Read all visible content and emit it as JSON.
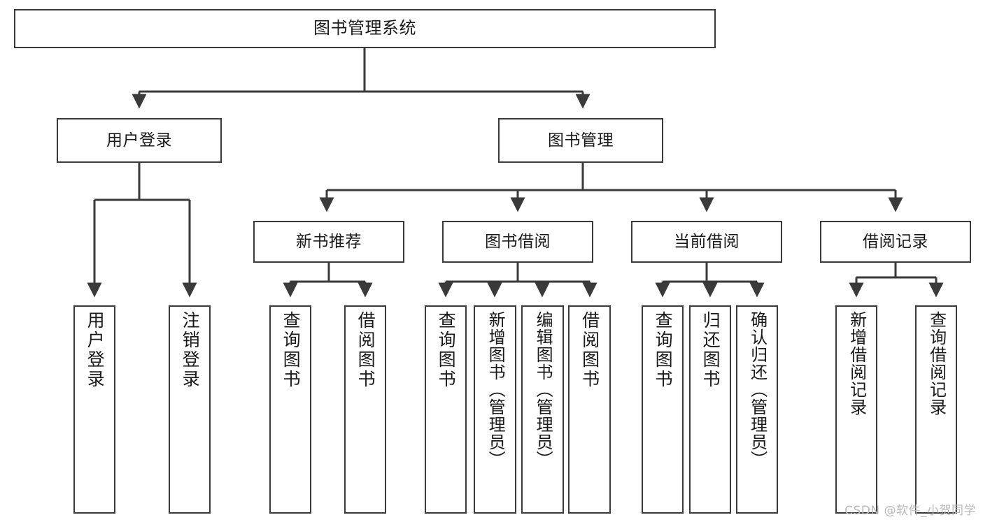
{
  "diagram": {
    "title": "图书管理系统",
    "type": "tree-hierarchy",
    "watermark": "CSDN @软件_小贺同学",
    "colors": {
      "box_border": "#3a3a3a",
      "box_fill": "#ffffff",
      "connector": "#3a3a3a",
      "text": "#1a1a1a",
      "watermark": "#b9b9b9",
      "background": "#ffffff"
    },
    "levels": {
      "root": {
        "label": "图书管理系统"
      },
      "level2": [
        {
          "id": "user-login",
          "label": "用户登录"
        },
        {
          "id": "book-manage",
          "label": "图书管理"
        }
      ],
      "level3": [
        {
          "id": "new-book-rec",
          "label": "新书推荐"
        },
        {
          "id": "book-borrow",
          "label": "图书借阅"
        },
        {
          "id": "current-borrow",
          "label": "当前借阅"
        },
        {
          "id": "borrow-record",
          "label": "借阅记录"
        }
      ],
      "leaves": [
        {
          "id": "leaf-user-login",
          "label": "用户登录",
          "parent": "user-login"
        },
        {
          "id": "leaf-user-logout",
          "label": "注销登录",
          "parent": "user-login"
        },
        {
          "id": "leaf-query-book-1",
          "label": "查询图书",
          "parent": "new-book-rec"
        },
        {
          "id": "leaf-borrow-book-1",
          "label": "借阅图书",
          "parent": "new-book-rec"
        },
        {
          "id": "leaf-query-book-2",
          "label": "查询图书",
          "parent": "book-borrow"
        },
        {
          "id": "leaf-add-book",
          "label": "新增图书（管理员）",
          "parent": "book-borrow"
        },
        {
          "id": "leaf-edit-book",
          "label": "编辑图书（管理员）",
          "parent": "book-borrow"
        },
        {
          "id": "leaf-borrow-book-2",
          "label": "借阅图书",
          "parent": "book-borrow"
        },
        {
          "id": "leaf-query-book-3",
          "label": "查询图书",
          "parent": "current-borrow"
        },
        {
          "id": "leaf-return-book",
          "label": "归还图书",
          "parent": "current-borrow"
        },
        {
          "id": "leaf-confirm-return",
          "label": "确认归还（管理员）",
          "parent": "current-borrow"
        },
        {
          "id": "leaf-add-record",
          "label": "新增借阅记录",
          "parent": "borrow-record"
        },
        {
          "id": "leaf-query-record",
          "label": "查询借阅记录",
          "parent": "borrow-record"
        }
      ]
    }
  }
}
